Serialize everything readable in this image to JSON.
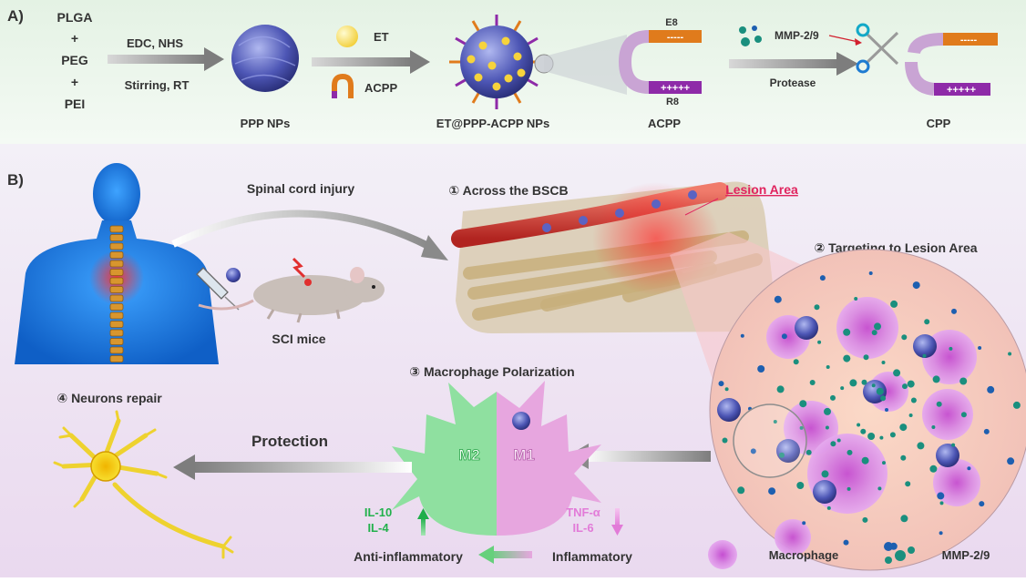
{
  "panel_a": {
    "letter": "A)",
    "reagents": [
      "PLGA",
      "+",
      "PEG",
      "+",
      "PEI"
    ],
    "step1_top": "EDC, NHS",
    "step1_bottom": "Stirring, RT",
    "ppp_label": "PPP NPs",
    "et_label": "ET",
    "acpp_legend": "ACPP",
    "etppp_label": "ET@PPP-ACPP NPs",
    "e8": "E8",
    "minus": "-----",
    "plus": "+++++",
    "r8": "R8",
    "acpp_label": "ACPP",
    "mmp_label": "MMP-2/9",
    "protease": "Protease",
    "cpp_label": "CPP"
  },
  "panel_b": {
    "letter": "B)",
    "sci_injury": "Spinal cord injury",
    "across": "① Across the BSCB",
    "lesion": "Lesion Area",
    "targeting": "② Targeting to Lesion Area",
    "sci_mice": "SCI mice",
    "macro_pol": "③ Macrophage Polarization",
    "neurons": "④ Neurons repair",
    "protection": "Protection",
    "m2": "M2",
    "m1": "M1",
    "il10": "IL-10",
    "il4": "IL-4",
    "tnf": "TNF-α",
    "il6": "IL-6",
    "anti": "Anti-inflammatory",
    "inflam": "Inflammatory",
    "legend_macrophage": "Macrophage",
    "legend_mmp": "MMP-2/9"
  },
  "colors": {
    "green_text": "#22b14c",
    "pink_text": "#e27bd8",
    "lesion_red": "#e0245e",
    "orange": "#e07b1c",
    "purple": "#8e2aa8"
  }
}
